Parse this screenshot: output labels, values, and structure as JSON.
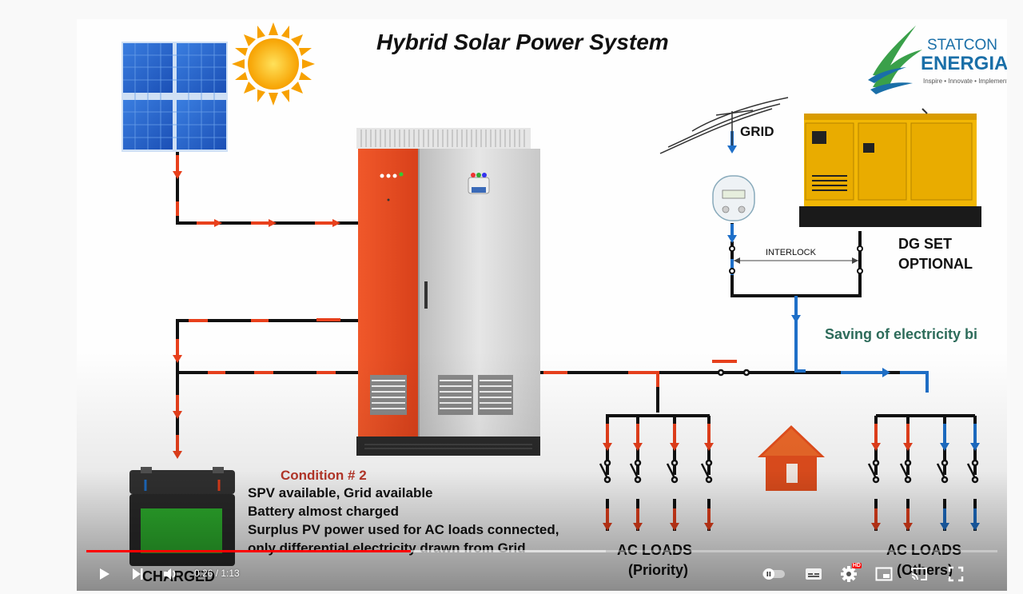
{
  "video": {
    "title": "Hybrid Solar Power System",
    "logo": {
      "name_line1": "STATCON",
      "name_line2": "ENERGIAA",
      "tagline": "Inspire • Innovate • Implement",
      "colors": {
        "blue": "#1a6fa8",
        "green": "#3aa04a"
      }
    },
    "labels": {
      "grid": "GRID",
      "interlock": "INTERLOCK",
      "dg_line1": "DG SET",
      "dg_line2": "OPTIONAL",
      "saving": "Saving of electricity bi",
      "ac_loads_priority_line1": "AC  LOADS",
      "ac_loads_priority_line2": "(Priority)",
      "ac_loads_others_line1": "AC  LOADS",
      "ac_loads_others_line2": "(Others)",
      "battery_status": "CHARGED"
    },
    "condition": {
      "heading": "Condition # 2",
      "lines": [
        "SPV available, Grid available",
        "Battery almost charged",
        "Surplus PV power used for AC loads connected,",
        "only differential electricity drawn from Grid"
      ]
    },
    "colors": {
      "flow_red": "#e8401c",
      "flow_blue": "#1e6fc8",
      "wire": "#111111",
      "cabinet_orange": "#e84a1e",
      "cabinet_grey": "#d4d4d4",
      "generator_yellow": "#f2b705",
      "house_orange": "#e8501e",
      "battery_green": "#2fb52f",
      "saving_text": "#2d6b5a",
      "condition_heading": "#c0392b"
    }
  },
  "player": {
    "current_time": "0:26",
    "separator": " / ",
    "duration": "1:13",
    "progress": 0.356,
    "buffered": 0.57,
    "icons": [
      "play-icon",
      "next-icon",
      "volume-icon",
      "autoplay-toggle-icon",
      "subtitles-icon",
      "settings-icon",
      "miniplayer-icon",
      "cast-icon",
      "fullscreen-icon"
    ],
    "hd_badge": "HD",
    "accent": "#ff0000"
  }
}
